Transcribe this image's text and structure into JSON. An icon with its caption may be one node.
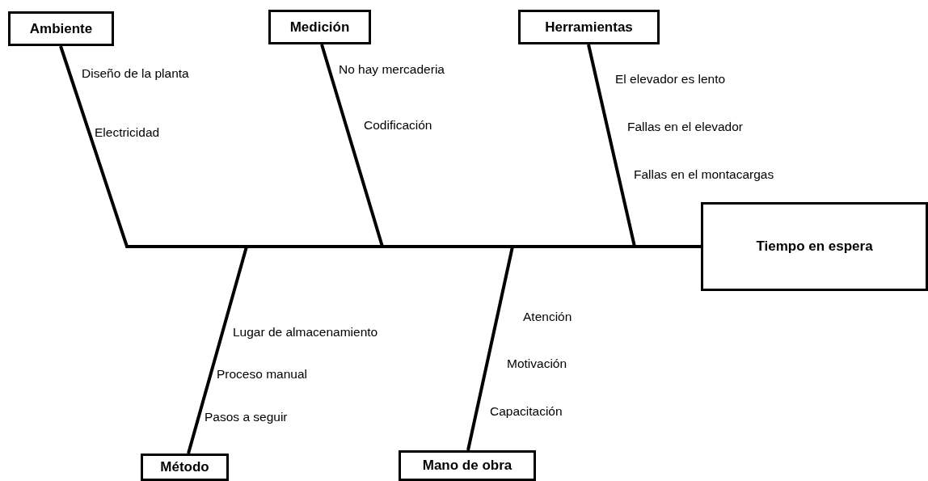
{
  "diagram": {
    "nodes": [
      {
        "text": [
          "Ambiente"
        ]
      },
      {
        "text": [
          "Medición"
        ]
      },
      {
        "text": [
          "Herramientas"
        ]
      },
      {
        "text": [
          "Tiempo en espera"
        ]
      },
      {
        "text": [
          "Método"
        ]
      },
      {
        "text": [
          "Mano de obra"
        ]
      }
    ],
    "edges": [
      {
        "from": 0,
        "to": 3,
        "arrow": "none"
      },
      {
        "from": 1,
        "to": 3,
        "arrow": "none"
      },
      {
        "from": 2,
        "to": 3,
        "arrow": "none"
      },
      {
        "from": 4,
        "to": 3,
        "arrow": "none"
      },
      {
        "from": 5,
        "to": 3,
        "arrow": "none"
      }
    ],
    "labels": [
      "Diseño de la planta",
      "No hay mercaderia",
      "El elevador es lento",
      "Codificación",
      "Fallas en el elevador",
      "Electricidad",
      "Fallas en el montacargas",
      "Atención",
      "Lugar de almacenamiento",
      "Motivación",
      "Proceso manual",
      "Capacitación",
      "Pasos a seguir"
    ]
  }
}
